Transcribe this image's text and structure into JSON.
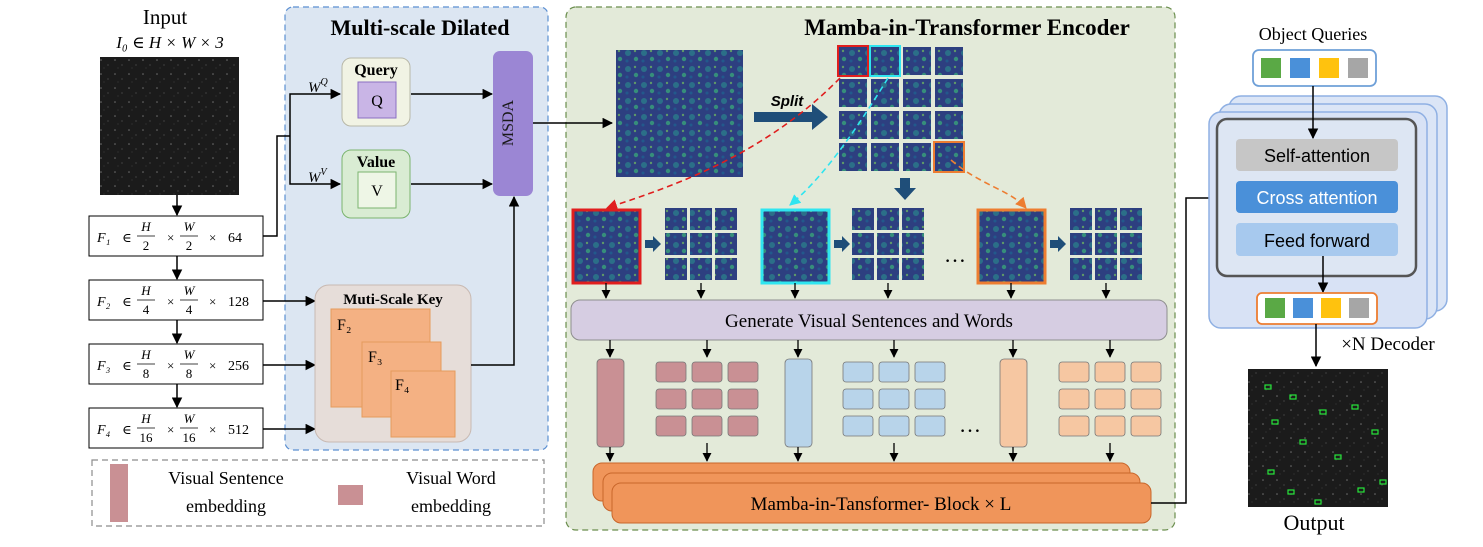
{
  "input": {
    "title": "Input",
    "formula": "I₀ ∈ H × W × 3",
    "features": [
      {
        "label": "F₁",
        "h": "H",
        "hd": "2",
        "w": "W",
        "wd": "2",
        "c": "64"
      },
      {
        "label": "F₂",
        "h": "H",
        "hd": "4",
        "w": "W",
        "wd": "4",
        "c": "128"
      },
      {
        "label": "F₃",
        "h": "H",
        "hd": "8",
        "w": "W",
        "wd": "8",
        "c": "256"
      },
      {
        "label": "F₄",
        "h": "H",
        "hd": "16",
        "w": "W",
        "wd": "16",
        "c": "512"
      }
    ]
  },
  "msd": {
    "title": "Multi-scale Dilated",
    "query_title": "Query",
    "query_letter": "Q",
    "value_title": "Value",
    "value_letter": "V",
    "wq": "W",
    "wq_sup": "Q",
    "wv": "W",
    "wv_sup": "V",
    "msda": "MSDA",
    "key_title": "Muti-Scale Key",
    "keys": [
      "F₂",
      "F₃",
      "F₄"
    ]
  },
  "encoder": {
    "title": "Mamba-in-Transformer Encoder",
    "split": "Split",
    "ellipsis": "…",
    "gen_label": "Generate Visual Sentences and Words",
    "block_label": "Mamba-in-Tansformer- Block × L"
  },
  "legend": {
    "sentence_line1": "Visual Sentence",
    "sentence_line2": "embedding",
    "word_line1": "Visual Word",
    "word_line2": "embedding"
  },
  "decoder": {
    "title": "Object Queries",
    "self_attention": "Self-attention",
    "cross_attention": "Cross attention",
    "feed_forward": "Feed forward",
    "repeat": "×N Decoder",
    "output": "Output"
  },
  "colors": {
    "query_green": "#5aa945",
    "query_blue": "#4a90d9",
    "query_yellow": "#ffc20e",
    "query_gray": "#a6a6a6",
    "sentence_pink": "#c99094",
    "word_blue": "#b8d4ea",
    "word_peach": "#f6c7a2",
    "block_orange": "#f0955a",
    "msda_purple": "#9b86d4",
    "accent_red": "#e01e1e",
    "accent_cyan": "#2fe5f0",
    "accent_orange": "#ed7d31"
  }
}
